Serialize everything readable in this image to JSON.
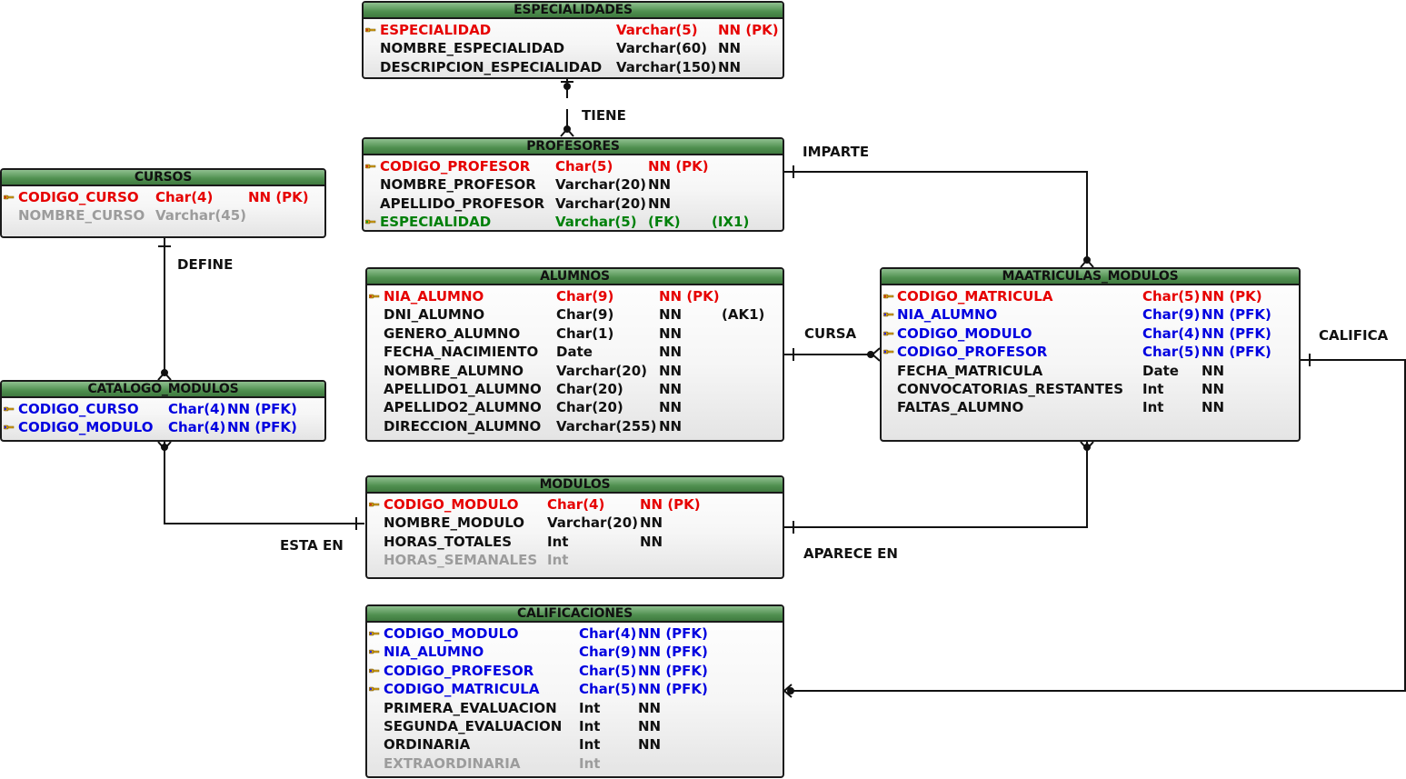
{
  "entities": {
    "especialidades": {
      "title": "ESPECIALIDADES",
      "rows": [
        {
          "name": "ESPECIALIDAD",
          "type": "Varchar(5)",
          "cons": "NN (PK)",
          "extra": ""
        },
        {
          "name": "NOMBRE_ESPECIALIDAD",
          "type": "Varchar(60)",
          "cons": "NN",
          "extra": ""
        },
        {
          "name": "DESCRIPCION_ESPECIALIDAD",
          "type": "Varchar(150)",
          "cons": "NN",
          "extra": ""
        }
      ]
    },
    "profesores": {
      "title": "PROFESORES",
      "rows": [
        {
          "name": "CODIGO_PROFESOR",
          "type": "Char(5)",
          "cons": "NN (PK)",
          "extra": ""
        },
        {
          "name": "NOMBRE_PROFESOR",
          "type": "Varchar(20)",
          "cons": "NN",
          "extra": ""
        },
        {
          "name": "APELLIDO_PROFESOR",
          "type": "Varchar(20)",
          "cons": "NN",
          "extra": ""
        },
        {
          "name": "ESPECIALIDAD",
          "type": "Varchar(5)",
          "cons": "(FK)",
          "extra": "(IX1)"
        }
      ]
    },
    "cursos": {
      "title": "CURSOS",
      "rows": [
        {
          "name": "CODIGO_CURSO",
          "type": "Char(4)",
          "cons": "NN (PK)",
          "extra": ""
        },
        {
          "name": "NOMBRE_CURSO",
          "type": "Varchar(45)",
          "cons": "",
          "extra": ""
        }
      ]
    },
    "alumnos": {
      "title": "ALUMNOS",
      "rows": [
        {
          "name": "NIA_ALUMNO",
          "type": "Char(9)",
          "cons": "NN (PK)",
          "extra": ""
        },
        {
          "name": "DNI_ALUMNO",
          "type": "Char(9)",
          "cons": "NN",
          "extra": "(AK1)"
        },
        {
          "name": "GENERO_ALUMNO",
          "type": "Char(1)",
          "cons": "NN",
          "extra": ""
        },
        {
          "name": "FECHA_NACIMIENTO",
          "type": "Date",
          "cons": "NN",
          "extra": ""
        },
        {
          "name": "NOMBRE_ALUMNO",
          "type": "Varchar(20)",
          "cons": "NN",
          "extra": ""
        },
        {
          "name": "APELLIDO1_ALUMNO",
          "type": "Char(20)",
          "cons": "NN",
          "extra": ""
        },
        {
          "name": "APELLIDO2_ALUMNO",
          "type": "Char(20)",
          "cons": "NN",
          "extra": ""
        },
        {
          "name": "DIRECCION_ALUMNO",
          "type": "Varchar(255)",
          "cons": "NN",
          "extra": ""
        }
      ]
    },
    "matriculas": {
      "title": "MAATRICULAS_MODULOS",
      "rows": [
        {
          "name": "CODIGO_MATRICULA",
          "type": "Char(5)",
          "cons": "NN (PK)",
          "extra": ""
        },
        {
          "name": "NIA_ALUMNO",
          "type": "Char(9)",
          "cons": "NN (PFK)",
          "extra": ""
        },
        {
          "name": "CODIGO_MODULO",
          "type": "Char(4)",
          "cons": "NN (PFK)",
          "extra": ""
        },
        {
          "name": "CODIGO_PROFESOR",
          "type": "Char(5)",
          "cons": "NN (PFK)",
          "extra": ""
        },
        {
          "name": "FECHA_MATRICULA",
          "type": "Date",
          "cons": "NN",
          "extra": ""
        },
        {
          "name": "CONVOCATORIAS_RESTANTES",
          "type": "Int",
          "cons": "NN",
          "extra": ""
        },
        {
          "name": "FALTAS_ALUMNO",
          "type": "Int",
          "cons": "NN",
          "extra": ""
        }
      ]
    },
    "catalogo": {
      "title": "CATALOGO_MODULOS",
      "rows": [
        {
          "name": "CODIGO_CURSO",
          "type": "Char(4)",
          "cons": "NN (PFK)",
          "extra": ""
        },
        {
          "name": "CODIGO_MODULO",
          "type": "Char(4)",
          "cons": "NN (PFK)",
          "extra": ""
        }
      ]
    },
    "modulos": {
      "title": "MODULOS",
      "rows": [
        {
          "name": "CODIGO_MODULO",
          "type": "Char(4)",
          "cons": "NN (PK)",
          "extra": ""
        },
        {
          "name": "NOMBRE_MODULO",
          "type": "Varchar(20)",
          "cons": "NN",
          "extra": ""
        },
        {
          "name": "HORAS_TOTALES",
          "type": "Int",
          "cons": "NN",
          "extra": ""
        },
        {
          "name": "HORAS_SEMANALES",
          "type": "Int",
          "cons": "",
          "extra": ""
        }
      ]
    },
    "calificaciones": {
      "title": "CALIFICACIONES",
      "rows": [
        {
          "name": "CODIGO_MODULO",
          "type": "Char(4)",
          "cons": "NN (PFK)",
          "extra": ""
        },
        {
          "name": "NIA_ALUMNO",
          "type": "Char(9)",
          "cons": "NN (PFK)",
          "extra": ""
        },
        {
          "name": "CODIGO_PROFESOR",
          "type": "Char(5)",
          "cons": "NN (PFK)",
          "extra": ""
        },
        {
          "name": "CODIGO_MATRICULA",
          "type": "Char(5)",
          "cons": "NN (PFK)",
          "extra": ""
        },
        {
          "name": "PRIMERA_EVALUACION",
          "type": "Int",
          "cons": "NN",
          "extra": ""
        },
        {
          "name": "SEGUNDA_EVALUACION",
          "type": "Int",
          "cons": "NN",
          "extra": ""
        },
        {
          "name": "ORDINARIA",
          "type": "Int",
          "cons": "NN",
          "extra": ""
        },
        {
          "name": "EXTRAORDINARIA",
          "type": "Int",
          "cons": "",
          "extra": ""
        }
      ]
    }
  },
  "relationships": {
    "tiene": "TIENE",
    "imparte": "IMPARTE",
    "define": "DEFINE",
    "cursa": "CURSA",
    "califica": "CALIFICA",
    "esta_en": "ESTA EN",
    "aparece_en": "APARECE EN"
  },
  "colors": {
    "pk": "#e60000",
    "fk": "#0000e0",
    "fk_green": "#00800a",
    "mandatory": "#111111",
    "nullable": "#9c9c9c",
    "header_green": "#4f8f4f",
    "key_icon": "#d4a017"
  }
}
